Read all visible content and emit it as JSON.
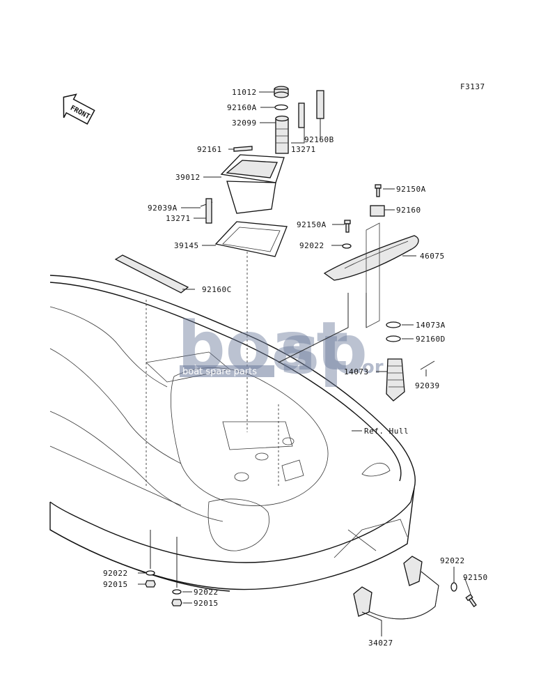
{
  "figure_code": "F3137",
  "front_marker": "FRONT",
  "reference": "Ref. Hull",
  "watermark": {
    "brand_a": "boat",
    "brand_b": "sp",
    "suffix": ".or",
    "tagline": "boat spare parts"
  },
  "callouts": [
    {
      "id": "c1",
      "text": "11012"
    },
    {
      "id": "c2",
      "text": "92160A"
    },
    {
      "id": "c3",
      "text": "32099"
    },
    {
      "id": "c4",
      "text": "92160B"
    },
    {
      "id": "c5",
      "text": "92161"
    },
    {
      "id": "c6",
      "text": "13271"
    },
    {
      "id": "c7",
      "text": "39012"
    },
    {
      "id": "c8",
      "text": "92039A"
    },
    {
      "id": "c9",
      "text": "13271"
    },
    {
      "id": "c10",
      "text": "39145"
    },
    {
      "id": "c11",
      "text": "92150A"
    },
    {
      "id": "c12",
      "text": "92160"
    },
    {
      "id": "c13",
      "text": "92150A"
    },
    {
      "id": "c14",
      "text": "92022"
    },
    {
      "id": "c15",
      "text": "46075"
    },
    {
      "id": "c16",
      "text": "92160C"
    },
    {
      "id": "c17",
      "text": "14073A"
    },
    {
      "id": "c18",
      "text": "92160D"
    },
    {
      "id": "c19",
      "text": "14073"
    },
    {
      "id": "c20",
      "text": "92039"
    },
    {
      "id": "c21",
      "text": "92022"
    },
    {
      "id": "c22",
      "text": "92015"
    },
    {
      "id": "c23",
      "text": "92022"
    },
    {
      "id": "c24",
      "text": "92015"
    },
    {
      "id": "c25",
      "text": "92022"
    },
    {
      "id": "c26",
      "text": "92150"
    },
    {
      "id": "c27",
      "text": "34027"
    }
  ]
}
